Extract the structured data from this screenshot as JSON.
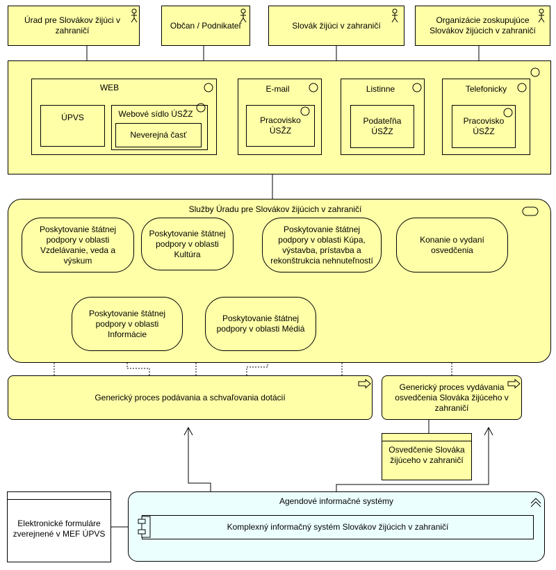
{
  "actors": [
    {
      "label": "Úrad pre Slovákov žijúci v zahraničí"
    },
    {
      "label": "Občan / Podnikateľ"
    },
    {
      "label": "Slovák žijúci v zahraničí"
    },
    {
      "label": "Organizácie zoskupujúce Slovákov žijúcich v zahraničí"
    }
  ],
  "channels": {
    "web": {
      "title": "WEB",
      "upvs": "ÚPVS",
      "website": "Webové sídlo ÚSŽZ",
      "private": "Neverejná časť"
    },
    "email": {
      "title": "E-mail",
      "inner": "Pracovisko ÚSŽZ"
    },
    "paper": {
      "title": "Listinne",
      "inner": "Podateľňa ÚSŽZ"
    },
    "phone": {
      "title": "Telefonicky",
      "inner": "Pracovisko ÚSŽZ"
    }
  },
  "services": {
    "title": "Služby Úradu pre Slovákov žijúcich v zahraničí",
    "items": [
      "Poskytovanie štátnej podpory v oblasti Vzdelávanie, veda a výskum",
      "Poskytovanie štátnej podpory v oblasti Kultúra",
      "Poskytovanie štátnej podpory v oblasti Kúpa, výstavba, prístavba a rekonštrukcia nehnuteľností",
      "Konanie o vydaní osvedčenia",
      "Poskytovanie štátnej podpory v oblasti Informácie",
      "Poskytovanie štátnej podpory v oblasti Médiá"
    ]
  },
  "processes": {
    "grants": "Generický proces podávania a schvaľovania dotácií",
    "certificate": "Generický proces vydávania osvedčenia Slováka žijúceho v zahraničí"
  },
  "data_object": "Osvedčenie Slováka žijúceho v zahraničí",
  "forms": "Elektronické formuláre zverejnené v MEF ÚPVS",
  "systems": {
    "group": "Agendové informačné systémy",
    "component": "Komplexný informačný systém Slovákov žijúcich v zahraničí"
  },
  "colors": {
    "business": "#ffffa8",
    "application": "#ecffff",
    "line": "#000000"
  }
}
